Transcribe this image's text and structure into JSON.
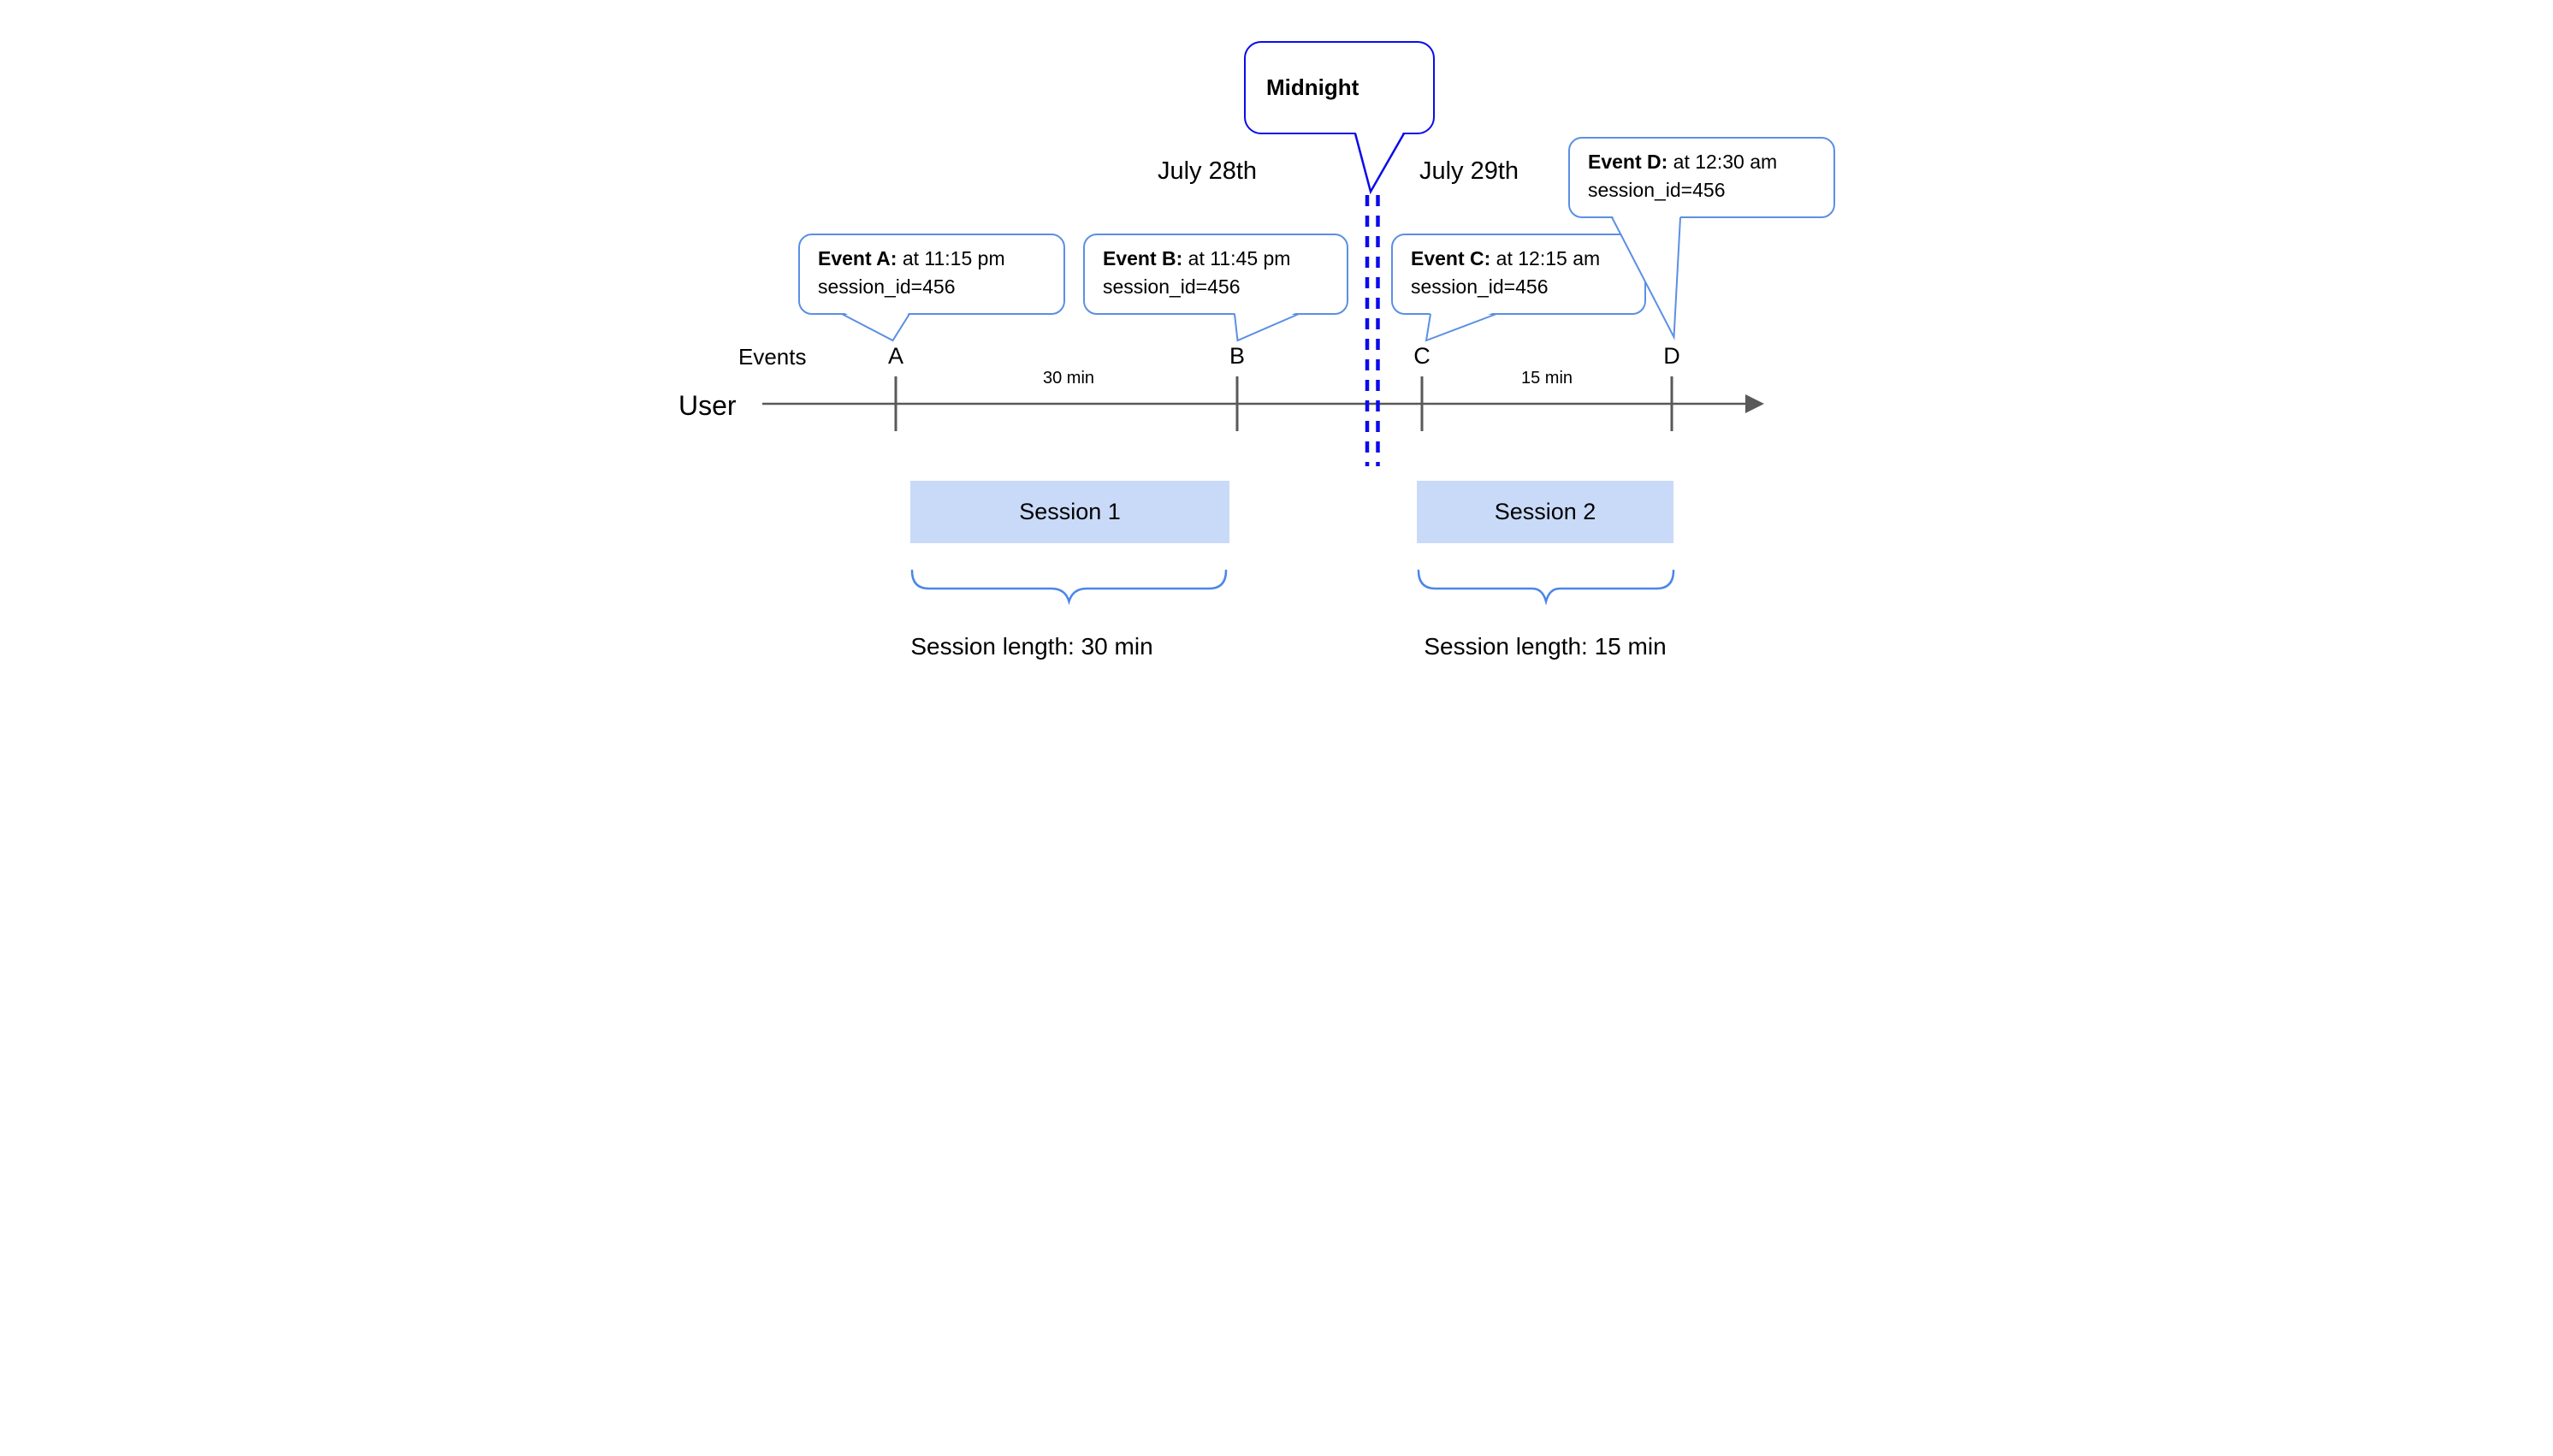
{
  "colors": {
    "accent-dark-blue": "#0b0beb",
    "accent-blue": "#5b8fe4",
    "brace-blue": "#4a86e8",
    "timeline-gray": "#595959",
    "session-fill": "#c9daf8",
    "text": "#000000"
  },
  "dates": {
    "left": "July 28th",
    "right": "July 29th"
  },
  "midnight": {
    "label": "Midnight"
  },
  "events": [
    {
      "id": "A",
      "title": "Event A:",
      "time": " at 11:15 pm",
      "session": "session_id=456"
    },
    {
      "id": "B",
      "title": "Event B:",
      "time": " at 11:45 pm",
      "session": "session_id=456"
    },
    {
      "id": "C",
      "title": "Event C:",
      "time": " at 12:15 am",
      "session": "session_id=456"
    },
    {
      "id": "D",
      "title": "Event D:",
      "time": " at 12:30 am",
      "session": "session_id=456"
    }
  ],
  "timeline": {
    "events_label": "Events",
    "user_label": "User",
    "tick_labels": [
      "A",
      "B",
      "C",
      "D"
    ],
    "interval_labels": [
      "30 min",
      "15 min"
    ]
  },
  "sessions": [
    {
      "label": "Session 1",
      "length": "Session length: 30 min"
    },
    {
      "label": "Session 2",
      "length": "Session length: 15 min"
    }
  ]
}
